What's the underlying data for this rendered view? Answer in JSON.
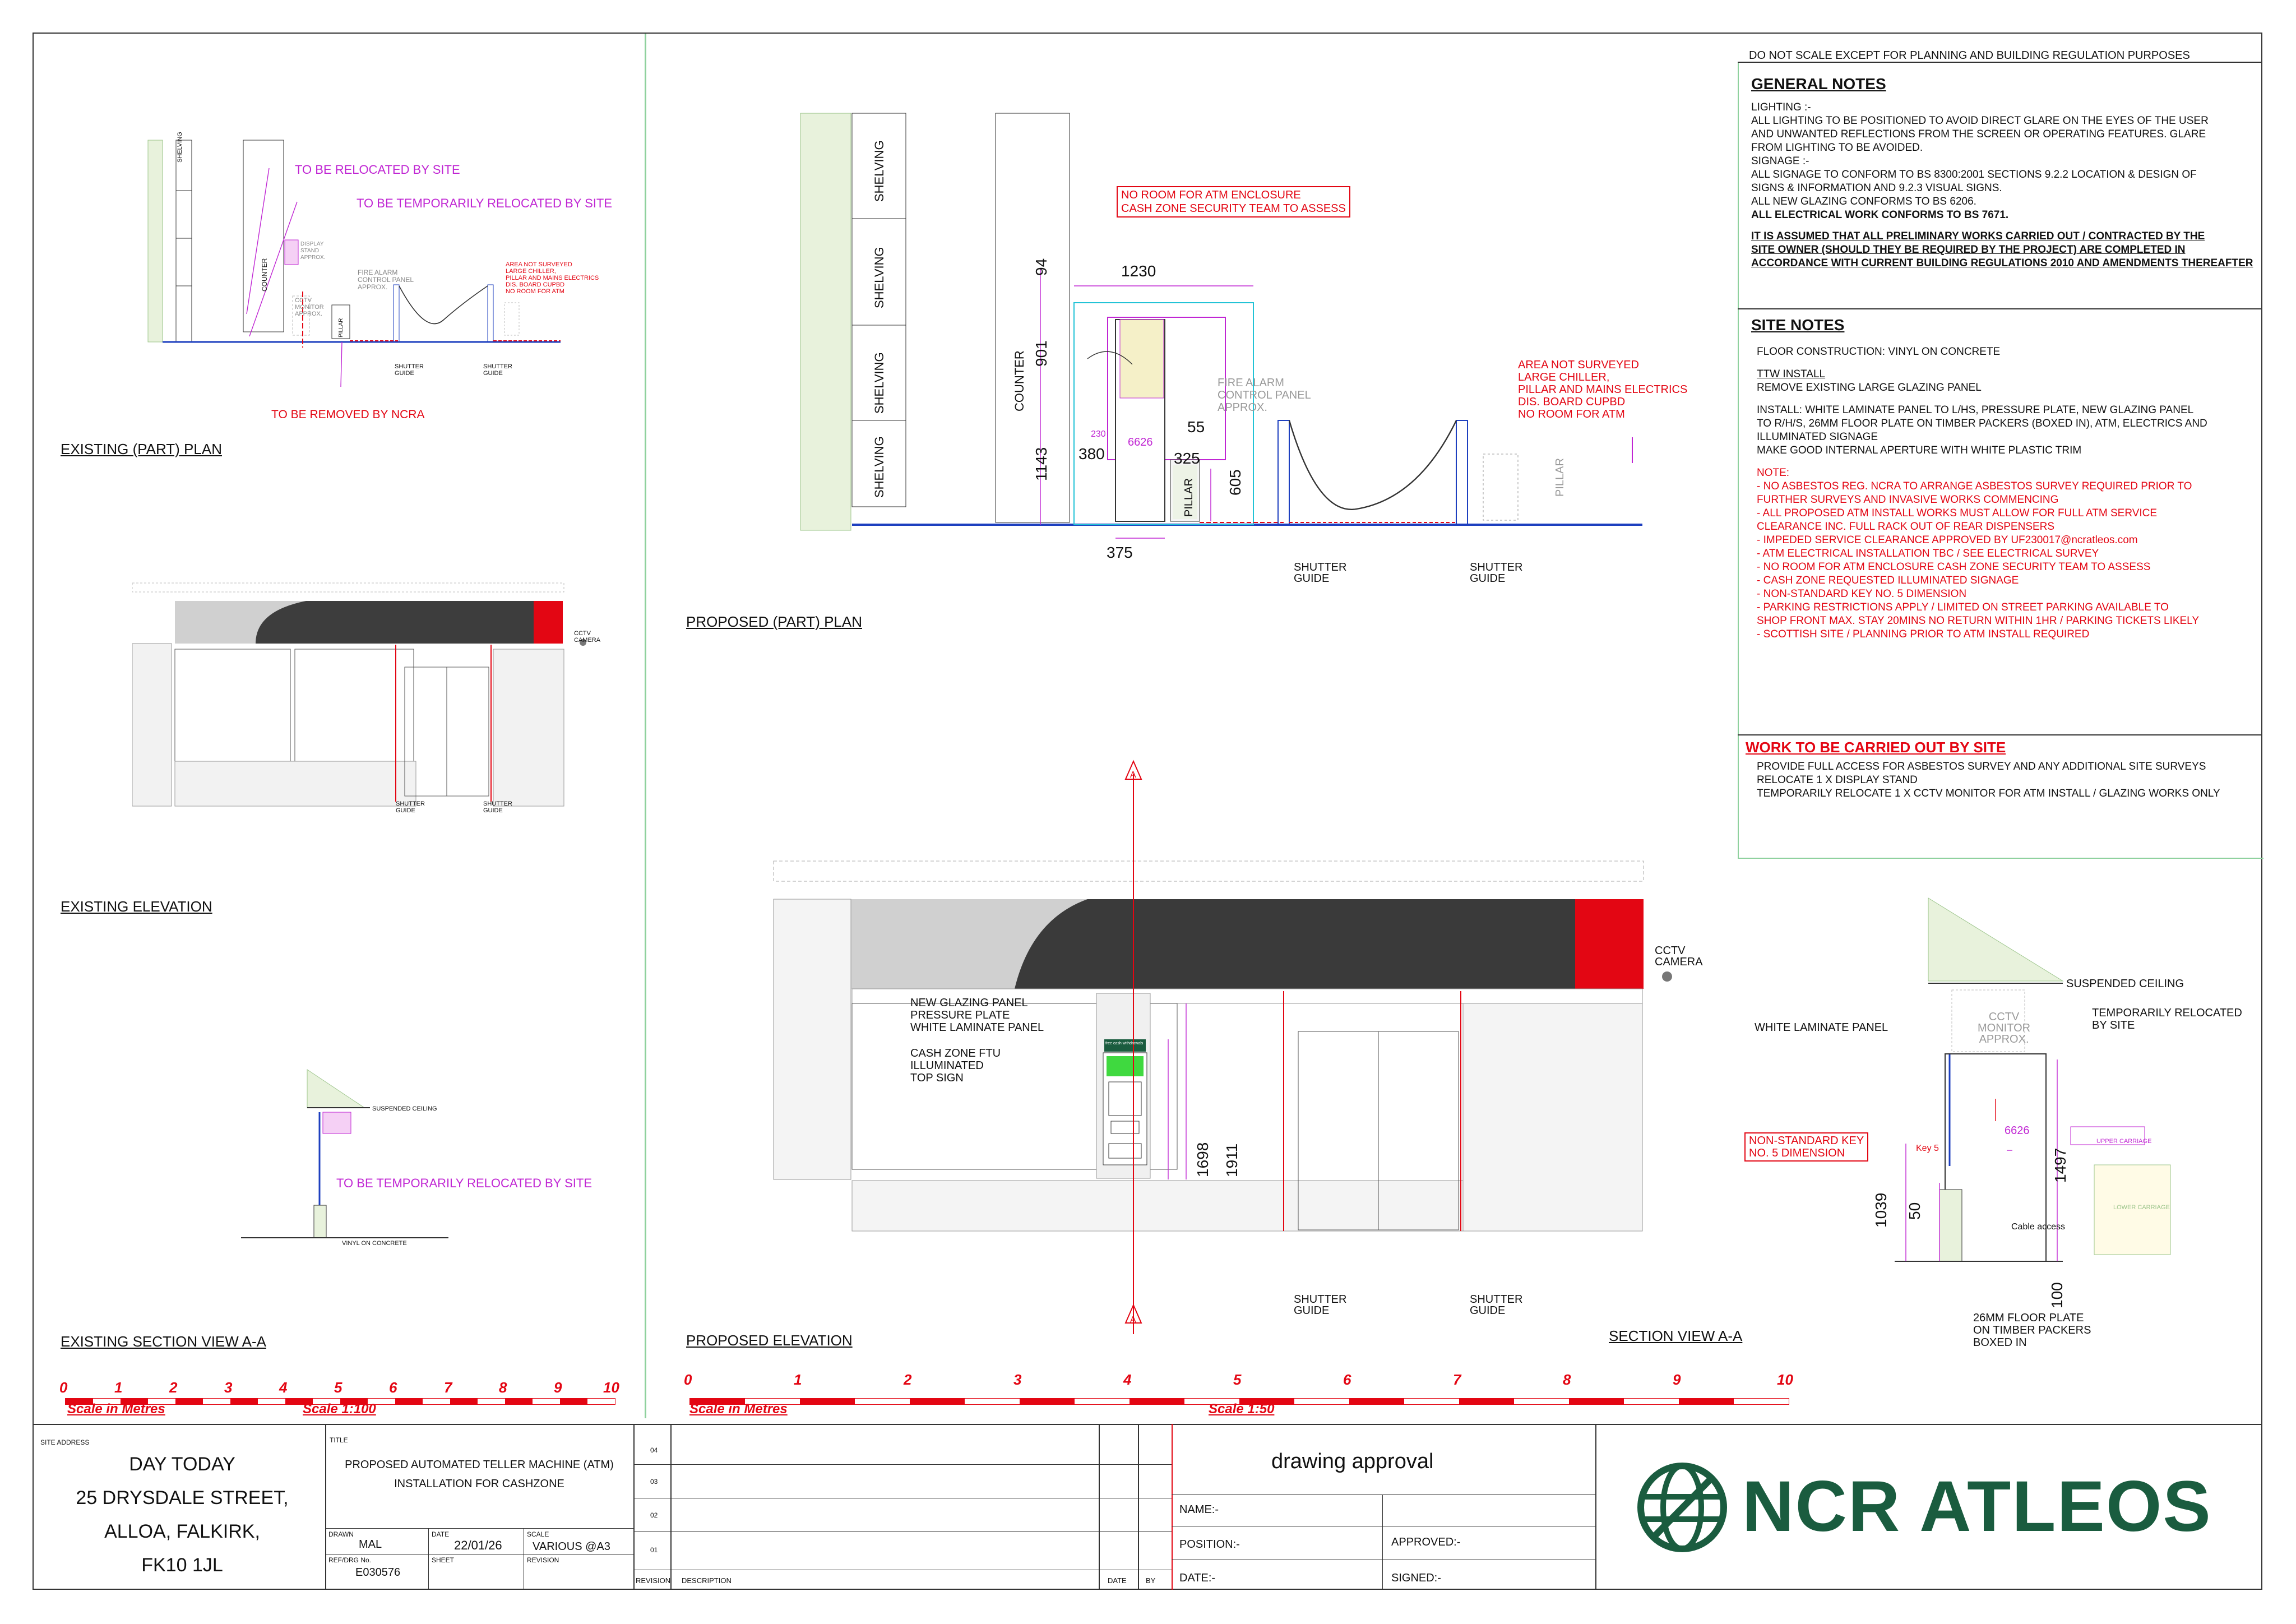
{
  "header_note": "DO NOT SCALE EXCEPT FOR PLANNING AND BUILDING REGULATION PURPOSES",
  "general_notes": {
    "title": "GENERAL NOTES",
    "lines": [
      "LIGHTING :-",
      "ALL LIGHTING TO BE POSITIONED TO AVOID DIRECT GLARE ON THE EYES OF THE USER",
      "AND UNWANTED REFLECTIONS FROM THE SCREEN OR OPERATING FEATURES. GLARE",
      "FROM  LIGHTING TO BE AVOIDED.",
      "SIGNAGE :-",
      "ALL SIGNAGE TO CONFORM TO BS 8300:2001 SECTIONS 9.2.2 LOCATION & DESIGN OF",
      "SIGNS & INFORMATION AND 9.2.3 VISUAL SIGNS.",
      "ALL NEW GLAZING CONFORMS  TO BS 6206.",
      "ALL ELECTRICAL WORK CONFORMS  TO BS 7671."
    ],
    "assumption": [
      "IT IS ASSUMED THAT ALL PRELIMINARY WORKS CARRIED OUT / CONTRACTED BY THE",
      "SITE OWNER (SHOULD THEY BE REQUIRED BY THE PROJECT) ARE COMPLETED IN",
      "ACCORDANCE WITH CURRENT BUILDING REGULATIONS 2010 AND AMENDMENTS THEREAFTER"
    ]
  },
  "site_notes": {
    "title": "SITE NOTES",
    "floor": "FLOOR CONSTRUCTION:  VINYL ON CONCRETE",
    "ttw_title": "TTW INSTALL",
    "ttw": "REMOVE EXISTING LARGE GLAZING PANEL",
    "install": [
      "INSTALL:  WHITE LAMINATE PANEL TO L/HS, PRESSURE PLATE, NEW GLAZING PANEL",
      "TO R/H/S, 26MM FLOOR PLATE ON TIMBER PACKERS (BOXED IN), ATM, ELECTRICS AND",
      "ILLUMINATED SIGNAGE",
      "MAKE GOOD INTERNAL APERTURE WITH WHITE PLASTIC TRIM"
    ],
    "note_title": "NOTE:",
    "notes": [
      "- NO ASBESTOS REG. NCRA TO ARRANGE ASBESTOS SURVEY REQUIRED PRIOR TO",
      "   FURTHER SURVEYS AND INVASIVE WORKS COMMENCING",
      "- ALL PROPOSED ATM INSTALL WORKS MUST ALLOW FOR FULL ATM SERVICE",
      "   CLEARANCE INC. FULL RACK OUT OF REAR DISPENSERS",
      "- IMPEDED SERVICE CLEARANCE APPROVED BY UF230017@ncratleos.com",
      "- ATM ELECTRICAL INSTALLATION TBC / SEE ELECTRICAL SURVEY",
      "- NO ROOM FOR ATM ENCLOSURE CASH ZONE SECURITY TEAM TO ASSESS",
      "- CASH ZONE REQUESTED ILLUMINATED SIGNAGE",
      "- NON-STANDARD KEY NO. 5 DIMENSION",
      "- PARKING RESTRICTIONS APPLY / LIMITED ON STREET PARKING AVAILABLE TO",
      "   SHOP FRONT MAX. STAY 20MINS NO RETURN WITHIN 1HR / PARKING TICKETS LIKELY",
      "- SCOTTISH SITE / PLANNING PRIOR TO ATM INSTALL REQUIRED"
    ]
  },
  "work_by_site": {
    "title": "WORK TO BE CARRIED OUT BY SITE",
    "lines": [
      "PROVIDE FULL ACCESS FOR ASBESTOS SURVEY AND ANY ADDITIONAL SITE SURVEYS",
      "RELOCATE 1 X DISPLAY STAND",
      "TEMPORARILY RELOCATE 1 X CCTV MONITOR FOR ATM INSTALL / GLAZING WORKS ONLY"
    ]
  },
  "existing_plan": {
    "title": "EXISTING (PART) PLAN",
    "relocated": "TO BE RELOCATED BY SITE",
    "temp_relocated": "TO BE TEMPORARILY RELOCATED BY SITE",
    "removed": "TO BE REMOVED BY NCRA",
    "shelving": "SHELVING",
    "counter": "COUNTER",
    "pillar": "PILLAR",
    "display": [
      "DISPLAY",
      "STAND",
      "APPROX."
    ],
    "fire": [
      "FIRE ALARM",
      "CONTROL PANEL",
      "APPROX."
    ],
    "cctv": [
      "CCTV",
      "MONITOR",
      "APPROX."
    ],
    "area": [
      "AREA NOT SURVEYED",
      "LARGE CHILLER,",
      "PILLAR AND MAINS ELECTRICS",
      "DIS. BOARD CUPBD",
      "NO ROOM FOR ATM"
    ],
    "shutter": [
      "SHUTTER",
      "GUIDE"
    ]
  },
  "existing_elevation": {
    "title": "EXISTING ELEVATION",
    "cctv": [
      "CCTV",
      "CAMERA"
    ],
    "shutter": [
      "SHUTTER",
      "GUIDE"
    ]
  },
  "existing_section": {
    "title": "EXISTING SECTION VIEW A-A",
    "ceiling": "SUSPENDED CEILING",
    "relocated": "TO BE TEMPORARILY RELOCATED BY SITE",
    "floor": "VINYL ON CONCRETE"
  },
  "proposed_plan": {
    "title": "PROPOSED (PART) PLAN",
    "no_room": [
      "NO ROOM FOR ATM ENCLOSURE",
      "CASH ZONE SECURITY TEAM TO ASSESS"
    ],
    "fire": [
      "FIRE ALARM",
      "CONTROL PANEL",
      "APPROX."
    ],
    "area": [
      "AREA NOT SURVEYED",
      "LARGE CHILLER,",
      "PILLAR AND MAINS ELECTRICS",
      "DIS. BOARD CUPBD",
      "NO ROOM FOR ATM"
    ],
    "dims": {
      "d1230": "1230",
      "d94": "94",
      "d901": "901",
      "d1143": "1143",
      "d230": "230",
      "d380": "380",
      "d6626": "6626",
      "d55": "55",
      "d325": "325",
      "d605": "605",
      "d375": "375"
    },
    "shelving": "SHELVING",
    "counter": "COUNTER",
    "pillar": "PILLAR",
    "shutter": [
      "SHUTTER",
      "GUIDE"
    ]
  },
  "proposed_elevation": {
    "title": "PROPOSED ELEVATION",
    "labels": [
      "NEW GLAZING PANEL",
      "PRESSURE PLATE",
      "WHITE LAMINATE PANEL"
    ],
    "sign": [
      "CASH ZONE FTU",
      "ILLUMINATED",
      "TOP SIGN"
    ],
    "cctv": [
      "CCTV",
      "CAMERA"
    ],
    "d1698": "1698",
    "d1911": "1911",
    "section_marker": "A",
    "shutter": [
      "SHUTTER",
      "GUIDE"
    ],
    "sign_text": "free cash withdrawals"
  },
  "section_view": {
    "title": "SECTION VIEW A-A",
    "ceiling": "SUSPENDED CEILING",
    "white_panel": "WHITE LAMINATE PANEL",
    "cctv": [
      "CCTV",
      "MONITOR",
      "APPROX."
    ],
    "temp": [
      "TEMPORARILY RELOCATED",
      "BY SITE"
    ],
    "nonstandard": [
      "NON-STANDARD KEY",
      "NO. 5 DIMENSION"
    ],
    "key5": "Key 5",
    "d6626": "6626",
    "upper": "UPPER CARRIAGE",
    "lower": "LOWER CARRIAGE",
    "d1497": "1497",
    "d1039": "1039",
    "d50": "50",
    "cable": "Cable access",
    "d100": "100",
    "floor_plate": [
      "26MM FLOOR PLATE",
      "ON TIMBER PACKERS",
      "BOXED IN"
    ]
  },
  "scale_bars": [
    {
      "numbers": [
        "0",
        "1",
        "2",
        "3",
        "4",
        "5",
        "6",
        "7",
        "8",
        "9",
        "10"
      ],
      "metres": "Scale in Metres",
      "scale": "Scale 1:100"
    },
    {
      "numbers": [
        "0",
        "1",
        "2",
        "3",
        "4",
        "5",
        "6",
        "7",
        "8",
        "9",
        "10"
      ],
      "metres": "Scale in Metres",
      "scale": "Scale 1:50"
    }
  ],
  "title_block": {
    "site_address_label": "SITE ADDRESS",
    "address": [
      "DAY TODAY",
      "25 DRYSDALE STREET,",
      "ALLOA, FALKIRK,",
      "FK10 1JL"
    ],
    "title_label": "TITLE",
    "title": [
      "PROPOSED AUTOMATED TELLER MACHINE (ATM)",
      "INSTALLATION FOR CASHZONE"
    ],
    "drawn_label": "DRAWN",
    "drawn": "MAL",
    "date_label": "DATE",
    "date": "22/01/26",
    "scale_label": "SCALE",
    "scale": "VARIOUS @A3",
    "ref_label": "REF/DRG No.",
    "ref": "E030576",
    "sheet_label": "SHEET",
    "revision_label": "REVISION",
    "rev_numbers": [
      "04",
      "03",
      "02",
      "01"
    ],
    "rev_col": "REVISION",
    "desc_col": "DESCRIPTION",
    "date_col": "DATE",
    "by_col": "BY",
    "approval_title": "drawing approval",
    "name": "NAME:-",
    "position": "POSITION:-",
    "date_field": "DATE:-",
    "approved": "APPROVED:-",
    "signed": "SIGNED:-",
    "brand": "NCR ATLEOS"
  },
  "colors": {
    "red": "#e30613",
    "magenta": "#c026d3",
    "green": "#1a5c3f",
    "cyan": "#22c3d6",
    "blue": "#1d3fbf"
  }
}
